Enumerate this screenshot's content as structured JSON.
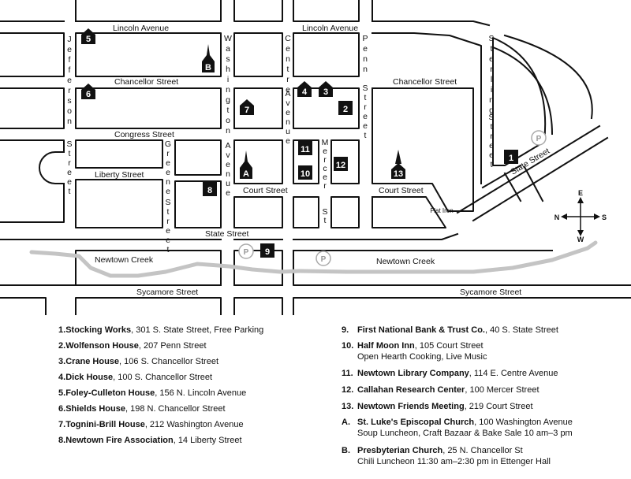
{
  "map": {
    "streets": {
      "lincoln_left": "Lincoln Avenue",
      "lincoln_right": "Lincoln Avenue",
      "chancellor_left": "Chancellor Street",
      "chancellor_right": "Chancellor Street",
      "congress": "Congress Street",
      "liberty": "Liberty Street",
      "court_mid": "Court Street",
      "court_right": "Court Street",
      "state": "State Street",
      "state_diag": "State Street",
      "sycamore_left": "Sycamore Street",
      "sycamore_right": "Sycamore Street",
      "creek_left": "Newtown Creek",
      "creek_right": "Newtown Creek",
      "flat_iron": "Flat Iron",
      "jefferson": "Jefferson",
      "street_left_lower": "Street",
      "washington": "Washington",
      "avenue_wash": "Avenue",
      "centre": "Centre",
      "avenue_centre": "Avenue",
      "penn": "Penn",
      "street_penn": "Street",
      "sterling": "Sterling",
      "street_sterling": "Street",
      "greene": "Greene",
      "street_greene": "Street",
      "mercer": "Mercer",
      "st_mercer": "St"
    },
    "markers": [
      "1",
      "2",
      "3",
      "4",
      "5",
      "6",
      "7",
      "8",
      "9",
      "10",
      "11",
      "12",
      "13"
    ],
    "churches": [
      "A",
      "B"
    ],
    "parking_symbol": "P",
    "compass": {
      "n": "N",
      "s": "S",
      "e": "E",
      "w": "W"
    },
    "colors": {
      "ink": "#111111",
      "creek": "#c4c4c4",
      "parking": "#aaaaaa",
      "paper": "#ffffff"
    }
  },
  "legend": {
    "left": [
      {
        "num": "1.",
        "name": "Stocking Works",
        "detail": ", 301 S. State Street, Free Parking"
      },
      {
        "num": "2.",
        "name": "Wolfenson House",
        "detail": ", 207 Penn Street"
      },
      {
        "num": "3.",
        "name": "Crane House",
        "detail": ", 106 S. Chancellor Street"
      },
      {
        "num": "4.",
        "name": "Dick House",
        "detail": ", 100 S. Chancellor Street"
      },
      {
        "num": "5.",
        "name": "Foley-Culleton House",
        "detail": ", 156 N. Lincoln Avenue"
      },
      {
        "num": "6.",
        "name": "Shields House",
        "detail": ", 198 N. Chancellor Street"
      },
      {
        "num": "7.",
        "name": "Tognini-Brill House",
        "detail": ", 212 Washington Avenue"
      },
      {
        "num": "8.",
        "name": "Newtown Fire Association",
        "detail": ", 14 Liberty Street"
      }
    ],
    "right": [
      {
        "num": "9.",
        "name": "First National Bank & Trust Co.",
        "detail": ", 40 S. State Street",
        "sub": ""
      },
      {
        "num": "10.",
        "name": "Half Moon Inn",
        "detail": ", 105 Court Street",
        "sub": "Open Hearth Cooking, Live Music"
      },
      {
        "num": "11.",
        "name": "Newtown Library Company",
        "detail": ", 114 E. Centre Avenue",
        "sub": ""
      },
      {
        "num": "12.",
        "name": "Callahan Research Center",
        "detail": ", 100 Mercer Street",
        "sub": ""
      },
      {
        "num": "13.",
        "name": "Newtown Friends Meeting",
        "detail": ", 219 Court Street",
        "sub": ""
      },
      {
        "num": "A.",
        "name": "St. Luke's Episcopal Church",
        "detail": ", 100 Washington Avenue",
        "sub": "Soup Luncheon, Craft Bazaar & Bake Sale 10 am–3 pm"
      },
      {
        "num": "B.",
        "name": "Presbyterian Church",
        "detail": ", 25 N. Chancellor St",
        "sub": "Chili Luncheon 11:30 am–2:30 pm in Ettenger Hall"
      }
    ]
  }
}
